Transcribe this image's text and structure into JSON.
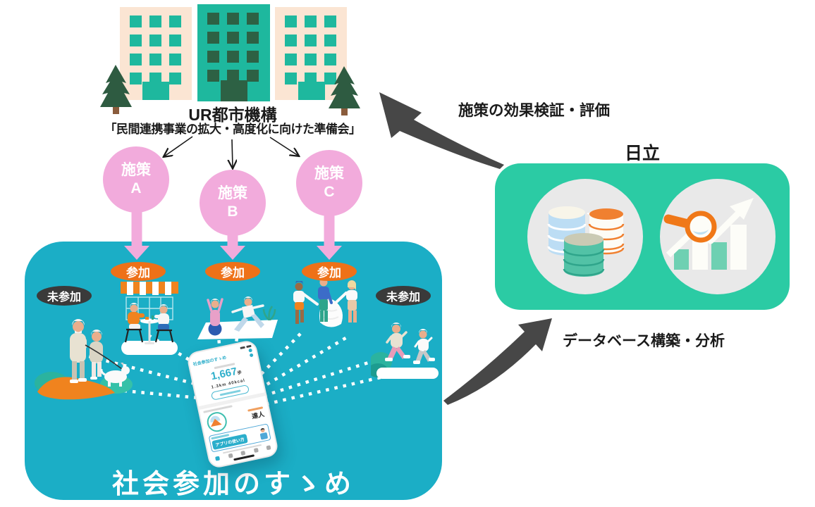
{
  "ur": {
    "title": "UR都市機構",
    "subtitle": "「民間連携事業の拡大・高度化に向けた準備会」"
  },
  "measures": [
    {
      "name": "施策",
      "letter": "A"
    },
    {
      "name": "施策",
      "letter": "B"
    },
    {
      "name": "施策",
      "letter": "C"
    }
  ],
  "badges": {
    "join": "参加",
    "not_join": "未参加"
  },
  "community_box": {
    "caption": "社会参加のすゝめ"
  },
  "phone": {
    "app_title": "社会参加のすゝめ",
    "steps_value": "1,667",
    "steps_unit": "歩",
    "distance": "1.3km",
    "calories": "40kcal",
    "badge_label": "達人",
    "banner_label": "アプリの使い方"
  },
  "hitachi": {
    "label": "日立"
  },
  "flows": {
    "evaluate": "施策の効果検証・評価",
    "database": "データベース構築・分析"
  },
  "icons": {
    "database-icon": "three stacked database cylinders",
    "analytics-icon": "magnifier with rising chart",
    "buildings-icon": "three apartment buildings with trees",
    "smartphone": "walking app screen"
  },
  "colors": {
    "main-box": "#1BAEC6",
    "hitachi-box": "#2BCBA4",
    "measure-pink": "#F2ABDC",
    "join-orange": "#EE7118",
    "notjoin-dark": "#3A3A3A",
    "flow-arrow-gray": "#474747",
    "building-teal": "#1EB89E",
    "building-beige": "#FBE5D3",
    "window-green": "#2D6144",
    "app-teal": "#2FAFCB"
  }
}
